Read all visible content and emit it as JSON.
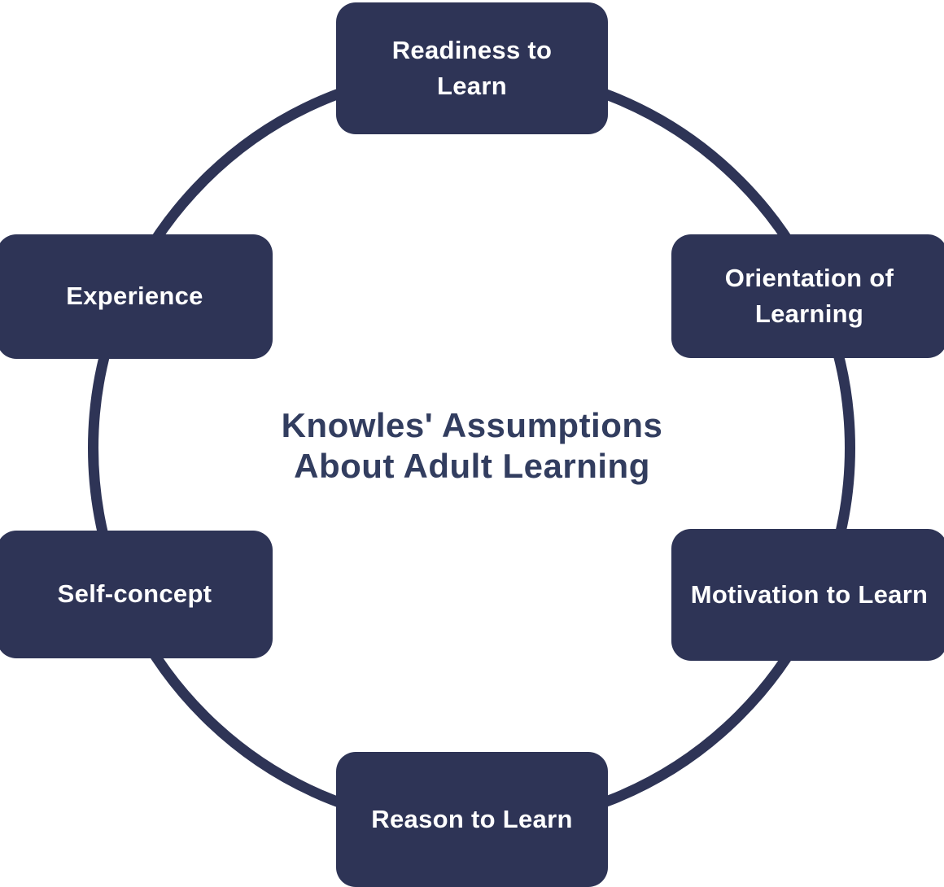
{
  "diagram": {
    "title": {
      "line1": "Knowles' Assumptions",
      "line2": "About Adult Learning"
    },
    "nodes": [
      {
        "id": "readiness-to-learn",
        "label": "Readiness to Learn"
      },
      {
        "id": "orientation-of-learning",
        "label": "Orientation of Learning"
      },
      {
        "id": "motivation-to-learn",
        "label": "Motivation to Learn"
      },
      {
        "id": "reason-to-learn",
        "label": "Reason to Learn"
      },
      {
        "id": "self-concept",
        "label": "Self-concept"
      },
      {
        "id": "experience",
        "label": "Experience"
      }
    ],
    "colors": {
      "node_fill": "#2e3456",
      "node_text": "#ffffff",
      "ring_stroke": "#2e3456",
      "title_text": "#323d5f",
      "background": "#ffffff"
    }
  }
}
